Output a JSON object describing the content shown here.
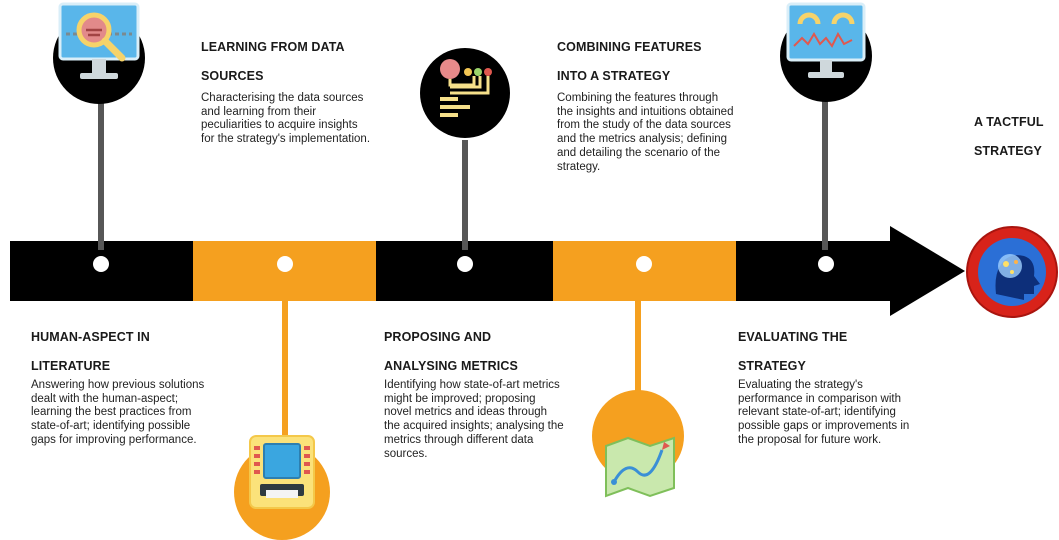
{
  "colors": {
    "dark": "#000000",
    "orange": "#f5a01f",
    "red": "#d8231a"
  },
  "stages": [
    {
      "title": [
        "HUMAN-ASPECT IN",
        "LITERATURE"
      ],
      "desc": "Answering how previous solutions dealt with the human-aspect; learning the best practices from state-of-art; identifying possible gaps for improving performance.",
      "icon": "monitor-magnifier-icon"
    },
    {
      "title": [
        "LEARNING FROM DATA",
        "SOURCES"
      ],
      "desc": "Characterising the data sources and learning from their peculiarities to acquire insights for the strategy's implementation.",
      "icon": "atm-machine-icon"
    },
    {
      "title": [
        "PROPOSING AND",
        "ANALYSING METRICS"
      ],
      "desc": "Identifying how state-of-art metrics might be improved; proposing novel metrics and ideas through the acquired insights; analysing the metrics through different data sources.",
      "icon": "data-nodes-icon"
    },
    {
      "title": [
        "COMBINING FEATURES",
        "INTO A STRATEGY"
      ],
      "desc": "Combining the features through the insights and intuitions obtained from the study of the data sources and the metrics analysis; defining and detailing the scenario of the strategy.",
      "icon": "map-route-icon"
    },
    {
      "title": [
        "EVALUATING THE",
        "STRATEGY"
      ],
      "desc": "Evaluating the strategy's performance in comparison with relevant state-of-art; identifying possible gaps or improvements in the proposal for future work.",
      "icon": "monitor-gauges-icon"
    }
  ],
  "goal": {
    "title": [
      "A TACTFUL",
      "STRATEGY"
    ],
    "icon": "brain-head-icon"
  }
}
